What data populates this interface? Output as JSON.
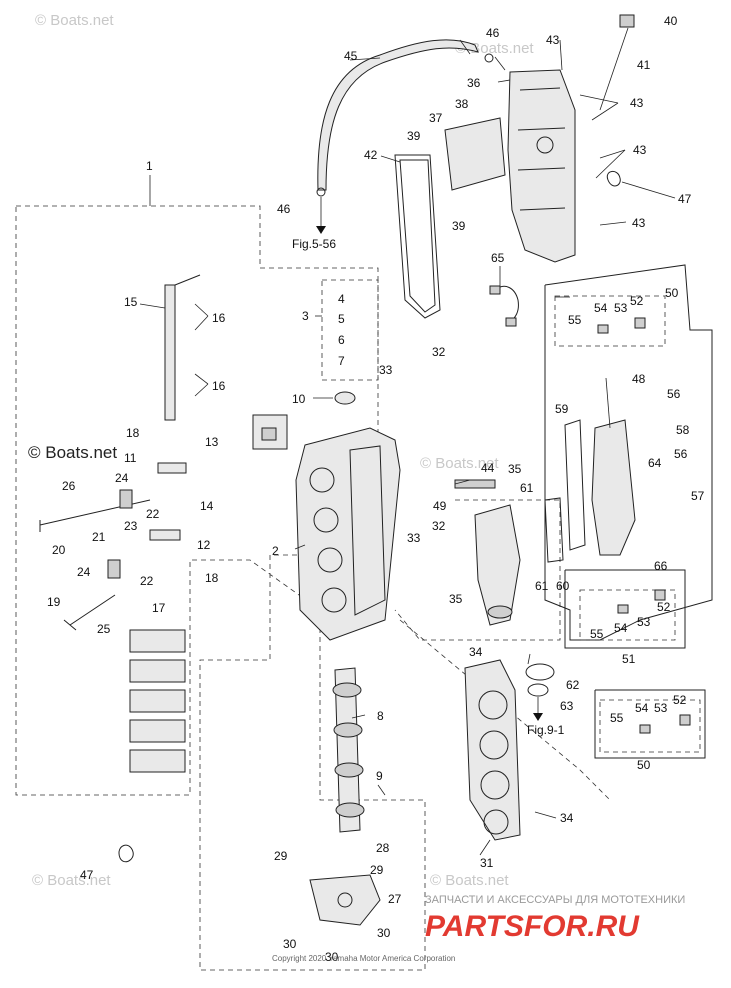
{
  "watermarks": {
    "top": "© Boats.net",
    "middle": "© Boats.net",
    "left": "© Boats.net",
    "bottom_left": "© Boats.net",
    "bottom_right": "© Boats.net"
  },
  "branding": {
    "tagline": "ЗАПЧАСТИ И АКСЕССУАРЫ ДЛЯ МОТОТЕХНИКИ",
    "logo_text": "PARTSFOR.RU"
  },
  "copyright": "Copyright 2020 Yamaha Motor America Corporation",
  "references": {
    "fig_top": "Fig.5-56",
    "fig_bottom": "Fig.9-1"
  },
  "labels": {
    "l1": "1",
    "l2": "2",
    "l3": "3",
    "l4": "4",
    "l5": "5",
    "l6": "6",
    "l7": "7",
    "l8": "8",
    "l9": "9",
    "l10": "10",
    "l11": "11",
    "l12": "12",
    "l13": "13",
    "l14": "14",
    "l15": "15",
    "l16a": "16",
    "l16b": "16",
    "l17": "17",
    "l18a": "18",
    "l18b": "18",
    "l19": "19",
    "l20": "20",
    "l21": "21",
    "l22a": "22",
    "l22b": "22",
    "l23": "23",
    "l24a": "24",
    "l24b": "24",
    "l25": "25",
    "l26": "26",
    "l27": "27",
    "l28": "28",
    "l29a": "29",
    "l29b": "29",
    "l30a": "30",
    "l30b": "30",
    "l30c": "30",
    "l31": "31",
    "l32a": "32",
    "l32b": "32",
    "l33a": "33",
    "l33b": "33",
    "l34a": "34",
    "l34b": "34",
    "l35a": "35",
    "l35b": "35",
    "l36": "36",
    "l37": "37",
    "l38": "38",
    "l39a": "39",
    "l39b": "39",
    "l40": "40",
    "l41": "41",
    "l42": "42",
    "l43a": "43",
    "l43b": "43",
    "l43c": "43",
    "l43d": "43",
    "l44": "44",
    "l45": "45",
    "l46a": "46",
    "l46b": "46",
    "l47a": "47",
    "l47b": "47",
    "l48": "48",
    "l49": "49",
    "l50a": "50",
    "l50b": "50",
    "l51": "51",
    "l52a": "52",
    "l52b": "52",
    "l52c": "52",
    "l53a": "53",
    "l53b": "53",
    "l53c": "53",
    "l54a": "54",
    "l54b": "54",
    "l54c": "54",
    "l55a": "55",
    "l55b": "55",
    "l55c": "55",
    "l56a": "56",
    "l56b": "56",
    "l57": "57",
    "l58": "58",
    "l59": "59",
    "l60": "60",
    "l61a": "61",
    "l61b": "61",
    "l62": "62",
    "l63": "63",
    "l64": "64",
    "l65": "65",
    "l66": "66"
  }
}
